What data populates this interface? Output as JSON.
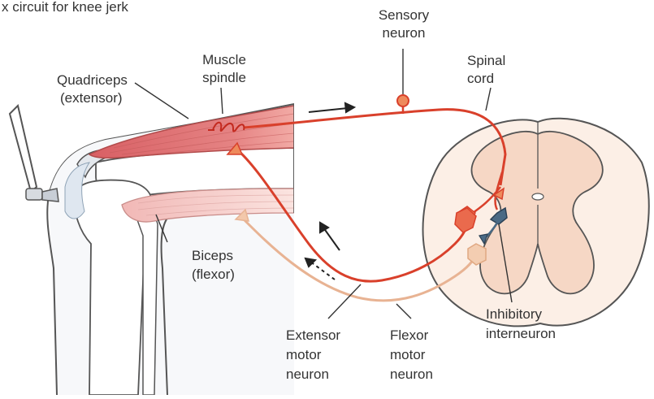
{
  "title": "x circuit for knee jerk",
  "labels": {
    "sensory_neuron": [
      "Sensory",
      "neuron"
    ],
    "spinal_cord": [
      "Spinal",
      "cord"
    ],
    "muscle_spindle": [
      "Muscle",
      "spindle"
    ],
    "quadriceps": [
      "Quadriceps",
      "(extensor)"
    ],
    "biceps": [
      "Biceps",
      "(flexor)"
    ],
    "extensor_motor_neuron": [
      "Extensor",
      "motor",
      "neuron"
    ],
    "flexor_motor_neuron": [
      "Flexor",
      "motor",
      "neuron"
    ],
    "inhibitory_interneuron": [
      "Inhibitory",
      "interneuron"
    ]
  },
  "colors": {
    "sensory": "#d9402b",
    "extensor_motor": "#d9402b",
    "flexor_motor": "#e8b393",
    "interneuron": "#4a6a85",
    "quadriceps_muscle": "#e07a78",
    "biceps_muscle": "#f4c9c6",
    "spinal_cord_fill": "#fbeee4",
    "gray_matter": "#f5d3c1",
    "bone": "#ffffff",
    "bone_shade": "#e7eaee"
  }
}
